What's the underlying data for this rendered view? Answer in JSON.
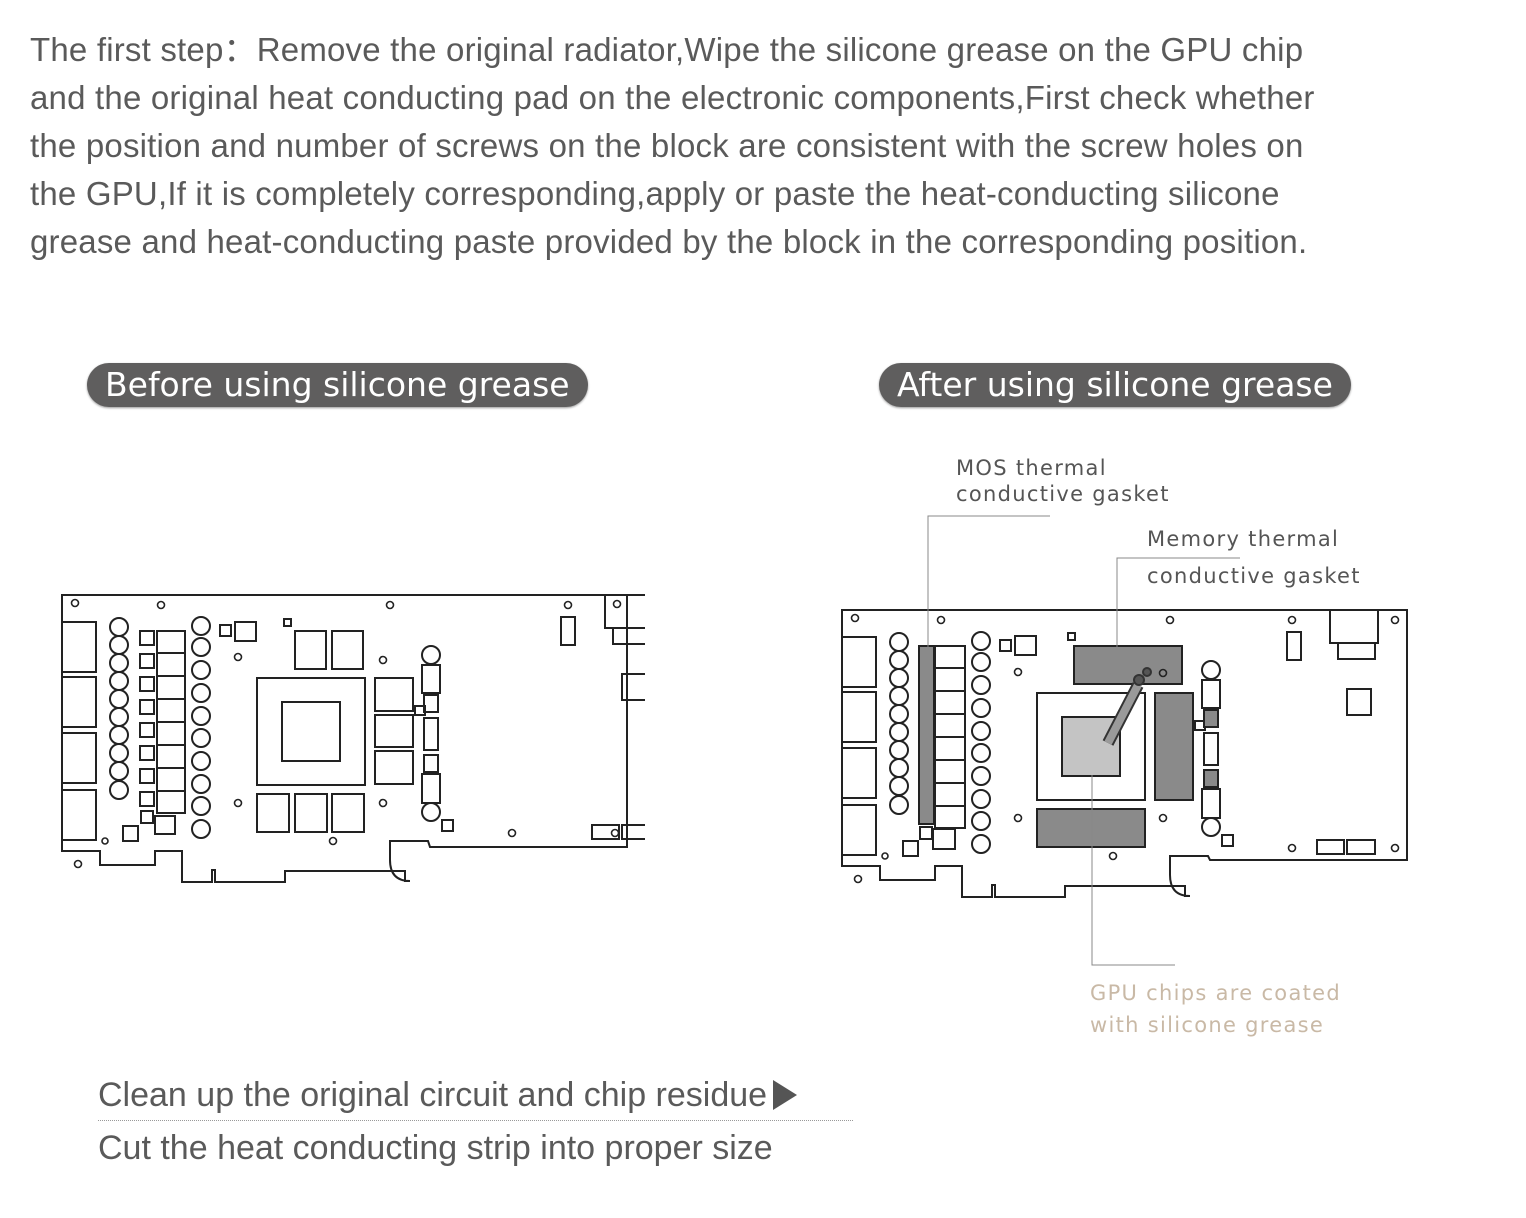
{
  "intro": {
    "lines": [
      "The first step：Remove the original radiator,Wipe the silicone grease on the GPU chip",
      "and the original heat conducting pad on the electronic components,First check whether",
      "the position and number of screws on the block are consistent with the screw holes on",
      "the GPU,If it is completely corresponding,apply or paste the heat-conducting silicone",
      "grease and heat-conducting paste provided by the block in the corresponding position."
    ]
  },
  "panels": {
    "before": {
      "label": "Before using silicone grease"
    },
    "after": {
      "label": "After using silicone grease"
    }
  },
  "annotations": {
    "mos": {
      "line1": "MOS thermal",
      "line2": "conductive gasket"
    },
    "memory": {
      "line1": "Memory thermal",
      "line2": "conductive gasket"
    },
    "gpu": {
      "line1": "GPU chips are coated",
      "line2": "with silicone grease"
    }
  },
  "steps": {
    "step1": "Clean up the original circuit and chip residue",
    "step2": "Cut the heat conducting strip into proper size",
    "arrow_icon": "play-triangle-icon"
  },
  "colors": {
    "pill_bg": "#5f5e5e",
    "pad_gray": "#8a8a8a",
    "gpu_caption": "#c9b9a6"
  }
}
